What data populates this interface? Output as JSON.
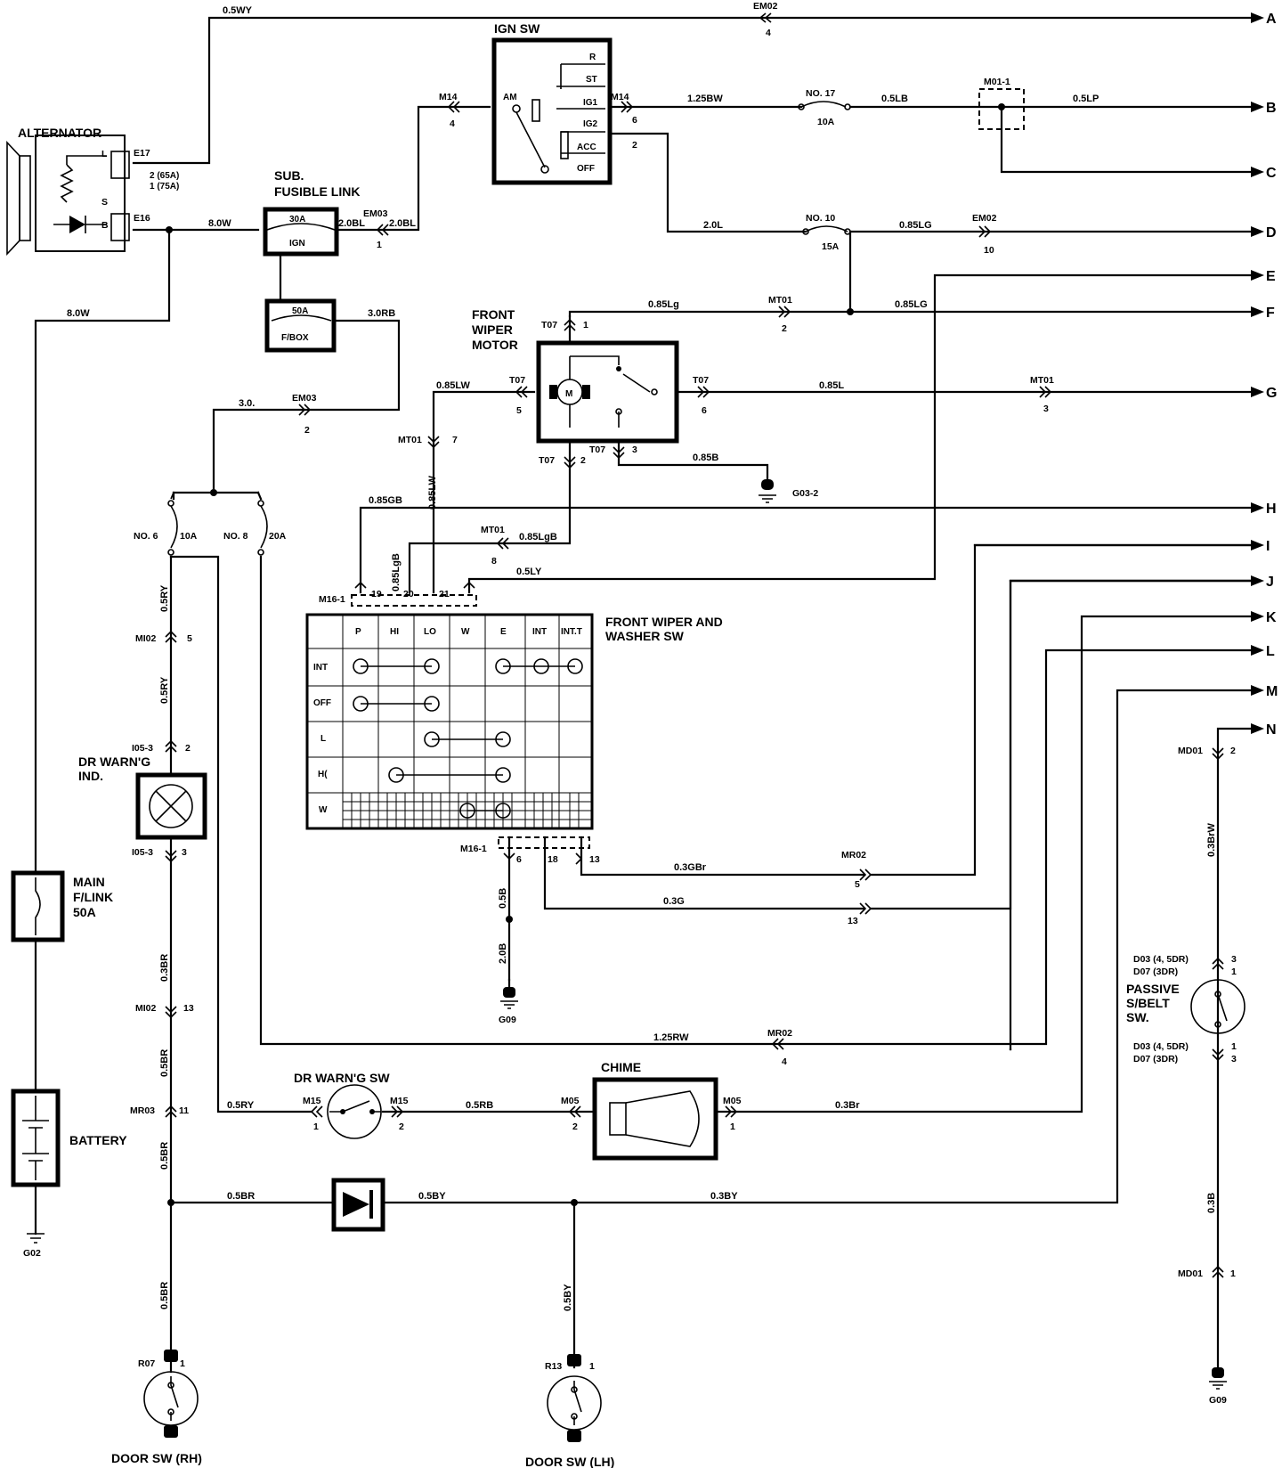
{
  "terminals": [
    "A",
    "B",
    "C",
    "D",
    "E",
    "F",
    "G",
    "H",
    "I",
    "J",
    "K",
    "L",
    "M",
    "N"
  ],
  "components": {
    "alternator": {
      "name": "ALTERNATOR",
      "pins": [
        "L",
        "S",
        "B"
      ],
      "conn_top": "E17",
      "conn_bot": "E16",
      "note1": "2 (65A)",
      "note2": "1 (75A)"
    },
    "ign_sw": {
      "name": "IGN SW",
      "pins": [
        "R",
        "ST",
        "AM",
        "IG1",
        "IG2",
        "ACC",
        "OFF"
      ]
    },
    "sub_fusible_link": {
      "name1": "SUB.",
      "name2": "FUSIBLE LINK",
      "rating": "30A",
      "label": "IGN"
    },
    "fbox": {
      "rating": "50A",
      "label": "F/BOX"
    },
    "main_flink": {
      "name1": "MAIN",
      "name2": "F/LINK",
      "name3": "50A"
    },
    "battery": {
      "name": "BATTERY",
      "ground": "G02"
    },
    "front_wiper_motor": {
      "name1": "FRONT",
      "name2": "WIPER",
      "name3": "MOTOR",
      "symbol": "M"
    },
    "wiper_washer_sw": {
      "name1": "FRONT WIPER AND",
      "name2": "WASHER SW",
      "columns": [
        "P",
        "HI",
        "LO",
        "W",
        "E",
        "INT",
        "INT.T"
      ],
      "rows": [
        "INT",
        "OFF",
        "L",
        "H(",
        "W"
      ]
    },
    "dr_warn_ind": {
      "name1": "DR WARN'G",
      "name2": "IND."
    },
    "dr_warn_sw": {
      "name": "DR WARN'G SW"
    },
    "chime": {
      "name": "CHIME"
    },
    "passive_belt_sw": {
      "name1": "PASSIVE",
      "name2": "S/BELT",
      "name3": "SW."
    },
    "door_sw_rh": {
      "name": "DOOR SW (RH)"
    },
    "door_sw_lh": {
      "name": "DOOR SW (LH)"
    }
  },
  "fuses": {
    "no17": {
      "name": "NO. 17",
      "rating": "10A"
    },
    "no10": {
      "name": "NO. 10",
      "rating": "15A"
    },
    "no6": {
      "name": "NO. 6",
      "rating": "10A"
    },
    "no8": {
      "name": "NO. 8",
      "rating": "20A"
    }
  },
  "wire_labels": {
    "w_05wy": "0.5WY",
    "w_125bw": "1.25BW",
    "w_05lb": "0.5LB",
    "w_05lp": "0.5LP",
    "w_80w_a": "8.0W",
    "w_20bl_a": "2.0BL",
    "w_20bl_b": "2.0BL",
    "w_20l": "2.0L",
    "w_085lg_d": "0.85LG",
    "w_80w_b": "8.0W",
    "w_30rb": "3.0RB",
    "w_085lg_f1": "0.85Lg",
    "w_085lg_f2": "0.85LG",
    "w_30": "3.0.",
    "w_085lw_a": "0.85LW",
    "w_085l": "0.85L",
    "w_085lw_b": "0.85LW",
    "w_085b": "0.85B",
    "w_085gb": "0.85GB",
    "w_085lgb_a": "0.85LgB",
    "w_085lgb_b": "0.85LgB",
    "w_05ly": "0.5LY",
    "w_05ry_a": "0.5RY",
    "w_05ry_b": "0.5RY",
    "w_03gbr": "0.3GBr",
    "w_03g": "0.3G",
    "w_05b": "0.5B",
    "w_20b": "2.0B",
    "w_03br_a": "0.3BR",
    "w_05br_a": "0.5BR",
    "w_125rw": "1.25RW",
    "w_05ry_c": "0.5RY",
    "w_05rb": "0.5RB",
    "w_03br_b": "0.3Br",
    "w_05br_b": "0.5BR",
    "w_05br_c": "0.5BR",
    "w_05by_a": "0.5BY",
    "w_03by": "0.3BY",
    "w_05br_d": "0.5BR",
    "w_05by_b": "0.5BY",
    "w_03brw": "0.3BrW",
    "w_03b": "0.3B"
  },
  "connectors": {
    "em02_a": "EM02",
    "em02_a_pin": "4",
    "m14_l": "M14",
    "m14_l_pin": "4",
    "m14_r": "M14",
    "m14_r_pin6": "6",
    "m14_r_pin2": "2",
    "m01_1": "M01-1",
    "em03_a": "EM03",
    "em03_a_pin": "1",
    "em02_d": "EM02",
    "em02_d_pin": "10",
    "t07_1": "T07",
    "t07_1_pin": "1",
    "mt01_f": "MT01",
    "mt01_f_pin": "2",
    "t07_5": "T07",
    "t07_5_pin": "5",
    "t07_6": "T07",
    "t07_6_pin": "6",
    "mt01_g": "MT01",
    "mt01_g_pin": "3",
    "em03_b": "EM03",
    "em03_b_pin": "2",
    "mt01_7": "MT01",
    "mt01_7_pin": "7",
    "t07_2": "T07",
    "t07_2_pin": "2",
    "t07_3": "T07",
    "t07_3_pin": "3",
    "g03_2": "G03-2",
    "mt01_8": "MT01",
    "mt01_8_pin": "8",
    "m16_1_top": "M16-1",
    "m16_1_pins": [
      "19",
      "20",
      "21"
    ],
    "m16_1_bot": "M16-1",
    "m16_1_bot_pins": [
      "6",
      "18",
      "13"
    ],
    "mr02_a": "MR02",
    "mr02_a_pins": [
      "5",
      "13"
    ],
    "g09_a": "G09",
    "mi02_a": "MI02",
    "mi02_a_pin": "5",
    "i05_3a": "I05-3",
    "i05_3a_pin": "2",
    "i05_3b": "I05-3",
    "i05_3b_pin": "3",
    "mi02_b": "MI02",
    "mi02_b_pin": "13",
    "mr03": "MR03",
    "mr03_pin": "11",
    "mr02_b": "MR02",
    "mr02_b_pin": "4",
    "m15_a": "M15",
    "m15_a_pin": "1",
    "m15_b": "M15",
    "m15_b_pin": "2",
    "m05_a": "M05",
    "m05_a_pin": "2",
    "m05_b": "M05",
    "m05_b_pin": "1",
    "md01_a": "MD01",
    "md01_a_pin": "2",
    "d03_a": "D03 (4, 5DR)",
    "d07_a": "D07 (3DR)",
    "pins_a1": "3",
    "pins_a2": "1",
    "d03_b": "D03 (4, 5DR)",
    "d07_b": "D07 (3DR)",
    "pins_b1": "1",
    "pins_b2": "3",
    "md01_b": "MD01",
    "md01_b_pin": "1",
    "g09_b": "G09",
    "r07": "R07",
    "r07_pin": "1",
    "r13": "R13",
    "r13_pin": "1"
  }
}
